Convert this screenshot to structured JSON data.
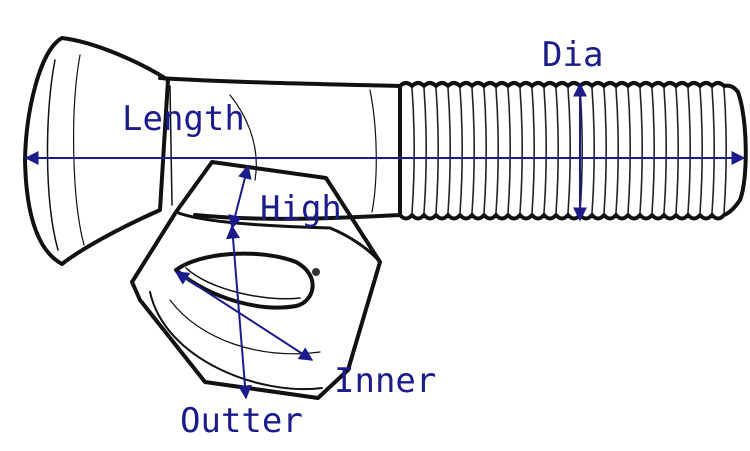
{
  "diagram": {
    "labels": {
      "length": "Length",
      "dia": "Dia",
      "high": "High",
      "inner": "Inner",
      "outter": "Outter"
    },
    "colors": {
      "dimension": "#1b1b8c",
      "sketch": "#111111",
      "background": "#ffffff"
    }
  }
}
